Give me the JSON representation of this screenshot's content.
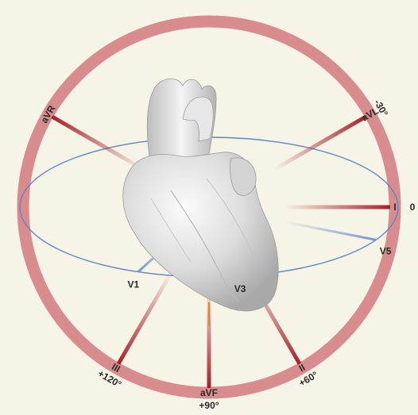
{
  "colors": {
    "background": "#f6f4e6",
    "ring": "#d98c8e",
    "limb_lead": "#a8202a",
    "chest_lead": "#6d8fd0",
    "ellipse": "#5f86c8",
    "aVF_inner": "#d98a2a"
  },
  "limb_leads": [
    {
      "name": "aVR",
      "angle": -150
    },
    {
      "name": "aVL",
      "angle": -30
    },
    {
      "name": "I",
      "angle": 0
    },
    {
      "name": "II",
      "angle": 60
    },
    {
      "name": "aVF",
      "angle": 90
    },
    {
      "name": "III",
      "angle": 120
    }
  ],
  "degree_labels": [
    {
      "text": "-30°",
      "angle": -30
    },
    {
      "text": "0",
      "angle": 0
    },
    {
      "text": "+60°",
      "angle": 60
    },
    {
      "text": "+90°",
      "angle": 90
    },
    {
      "text": "+120°",
      "angle": 120
    }
  ],
  "chest_leads": [
    {
      "name": "V1"
    },
    {
      "name": "V3"
    },
    {
      "name": "V5"
    }
  ],
  "icons": {
    "heart": "heart-icon"
  }
}
